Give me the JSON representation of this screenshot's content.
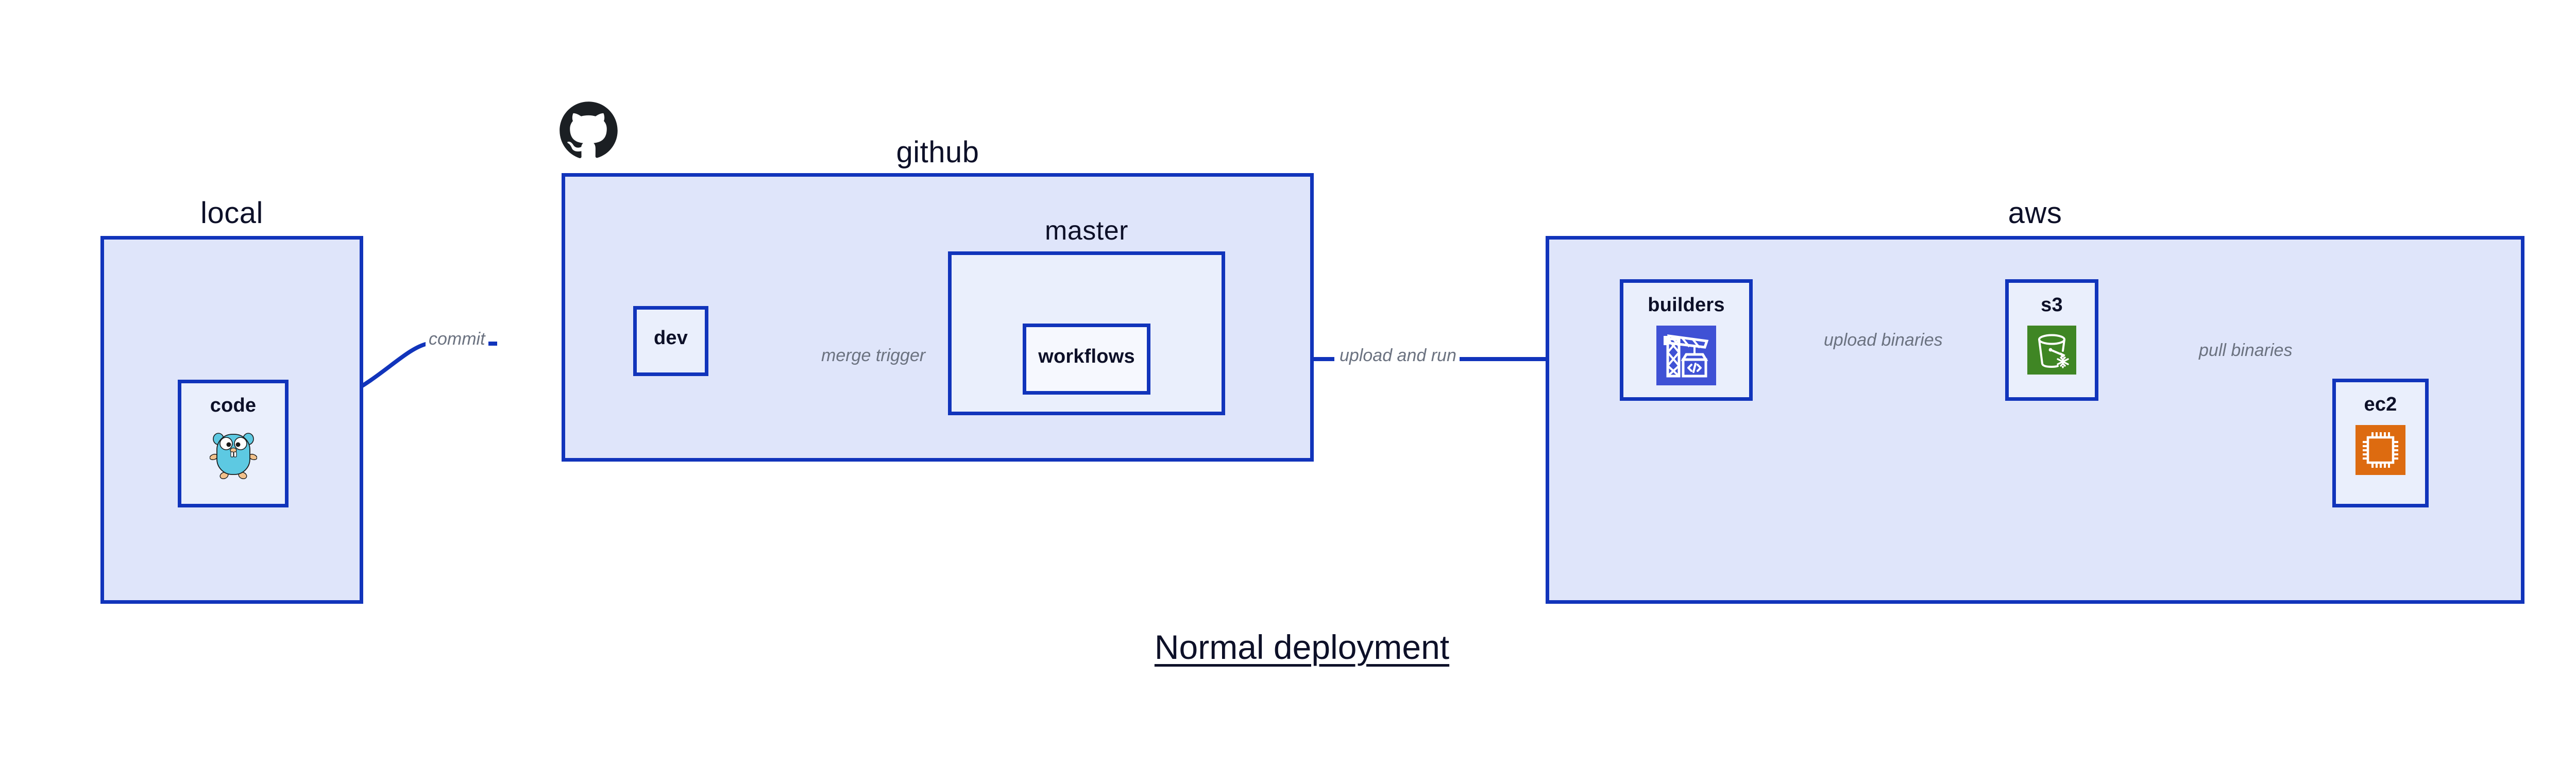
{
  "diagram": {
    "caption": "Normal deployment",
    "colors": {
      "group_fill": "#dfe5fa",
      "subgroup_fill": "#eaeffc",
      "node_fill": "#eaeffc",
      "node_fill_white": "#f6f8fe",
      "border": "#1134bb",
      "edge": "#1134bb",
      "edge_label": "#6b7280",
      "title": "#0d1028",
      "codebuild_orange": "#3f51d5",
      "s3_green": "#3f8624",
      "ec2_orange": "#dd6b10",
      "gopher_cyan": "#5dc9e2",
      "github_black": "#1b1f23"
    },
    "groups": [
      {
        "id": "local",
        "title": "local"
      },
      {
        "id": "github",
        "title": "github"
      },
      {
        "id": "aws",
        "title": "aws"
      }
    ],
    "subgroups": [
      {
        "id": "master",
        "title": "master",
        "parent": "github"
      }
    ],
    "nodes": [
      {
        "id": "code",
        "label": "code",
        "icon": "go-gopher-icon",
        "parent": "local"
      },
      {
        "id": "dev",
        "label": "dev",
        "icon": null,
        "parent": "github"
      },
      {
        "id": "workflows",
        "label": "workflows",
        "icon": null,
        "parent": "master"
      },
      {
        "id": "builders",
        "label": "builders",
        "icon": "aws-codebuild-icon",
        "parent": "aws"
      },
      {
        "id": "s3",
        "label": "s3",
        "icon": "aws-s3-icon",
        "parent": "aws"
      },
      {
        "id": "ec2",
        "label": "ec2",
        "icon": "aws-ec2-icon",
        "parent": "aws"
      }
    ],
    "edges": [
      {
        "id": "commit",
        "from": "code",
        "to": "dev",
        "label": "commit"
      },
      {
        "id": "merge-trigger",
        "from": "dev",
        "to": "workflows",
        "label": "merge trigger"
      },
      {
        "id": "upload-and-run",
        "from": "workflows",
        "to": "builders",
        "label": "upload and run"
      },
      {
        "id": "upload-binaries",
        "from": "builders",
        "to": "s3",
        "label": "upload binaries"
      },
      {
        "id": "pull-binaries",
        "from": "s3",
        "to": "ec2",
        "label": "pull binaries"
      }
    ],
    "logos": [
      {
        "id": "github-logo",
        "name": "github-octocat-icon"
      }
    ]
  }
}
